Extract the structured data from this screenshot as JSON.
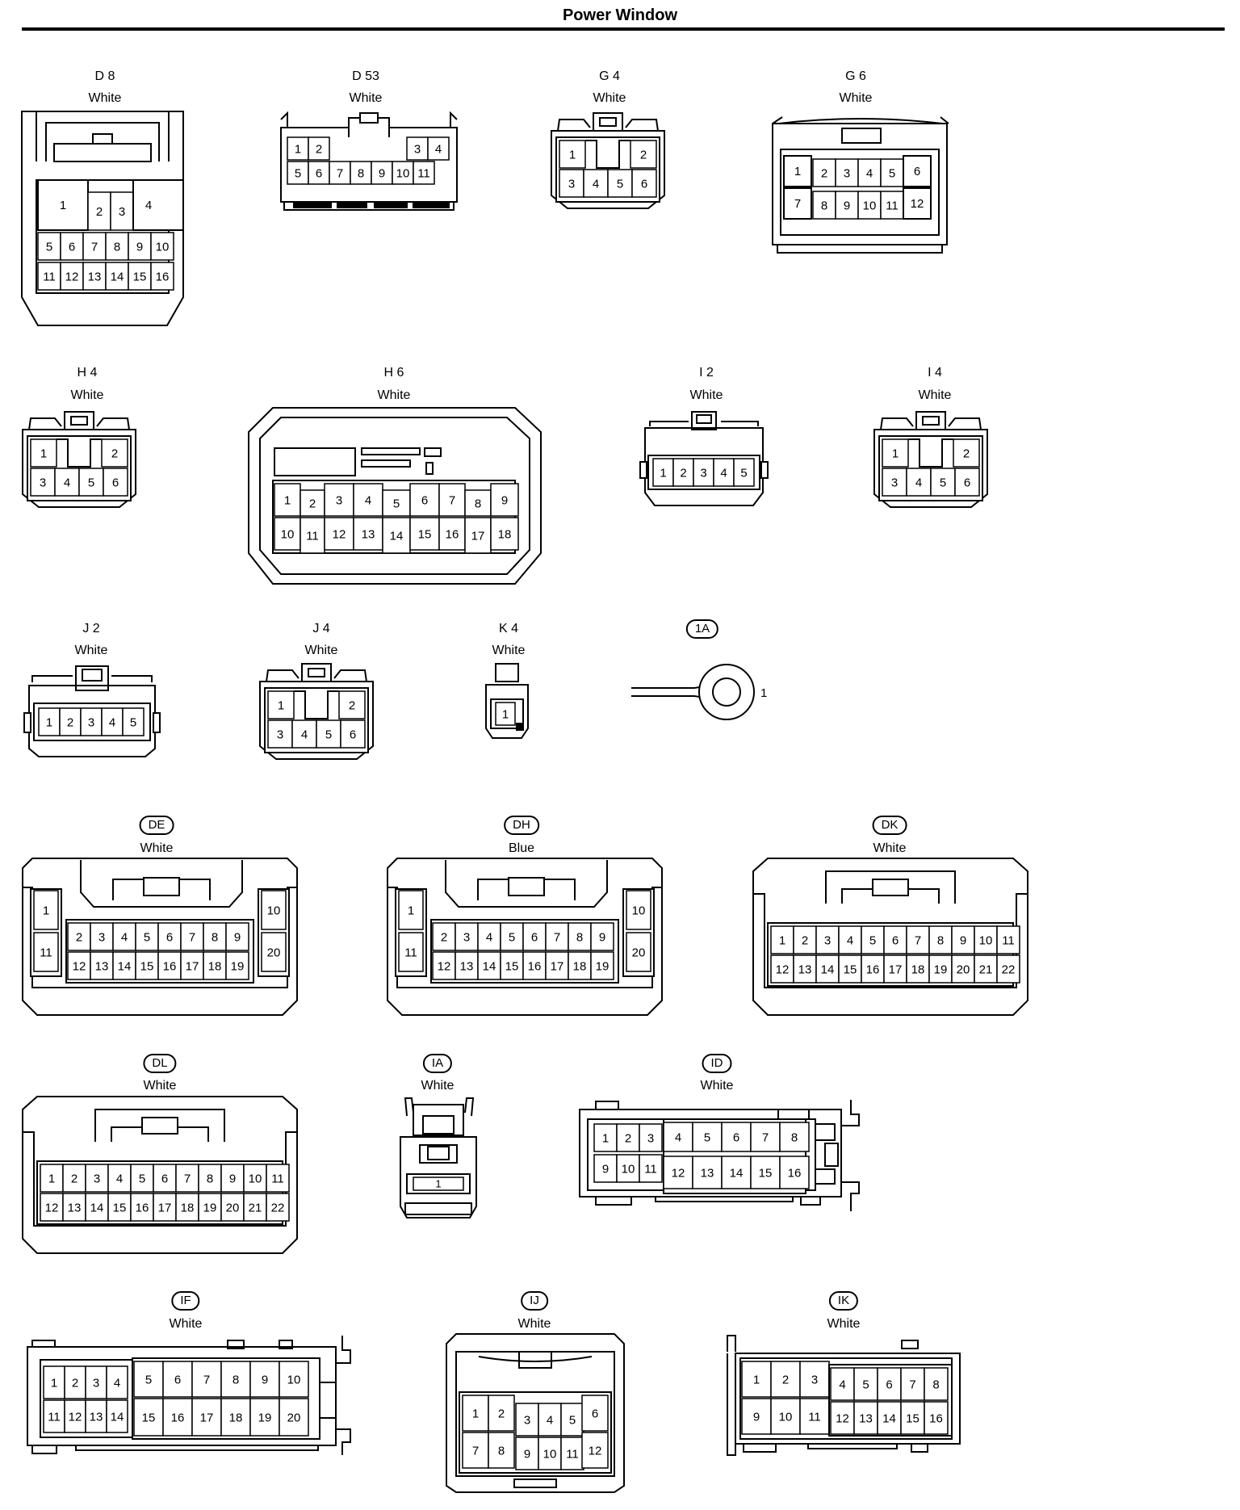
{
  "title": "Power Window",
  "connectors": [
    {
      "code": "D 8",
      "badge": false,
      "color": "White",
      "pins": [
        "1",
        "2",
        "3",
        "4",
        "5",
        "6",
        "7",
        "8",
        "9",
        "10",
        "11",
        "12",
        "13",
        "14",
        "15",
        "16"
      ]
    },
    {
      "code": "D 53",
      "badge": false,
      "color": "White",
      "pins": [
        "1",
        "2",
        "3",
        "4",
        "5",
        "6",
        "7",
        "8",
        "9",
        "10",
        "11"
      ]
    },
    {
      "code": "G 4",
      "badge": false,
      "color": "White",
      "pins": [
        "1",
        "2",
        "3",
        "4",
        "5",
        "6"
      ]
    },
    {
      "code": "G 6",
      "badge": false,
      "color": "White",
      "pins": [
        "1",
        "2",
        "3",
        "4",
        "5",
        "6",
        "7",
        "8",
        "9",
        "10",
        "11",
        "12"
      ]
    },
    {
      "code": "H 4",
      "badge": false,
      "color": "White",
      "pins": [
        "1",
        "2",
        "3",
        "4",
        "5",
        "6"
      ]
    },
    {
      "code": "H 6",
      "badge": false,
      "color": "White",
      "pins": [
        "1",
        "2",
        "3",
        "4",
        "5",
        "6",
        "7",
        "8",
        "9",
        "10",
        "11",
        "12",
        "13",
        "14",
        "15",
        "16",
        "17",
        "18"
      ]
    },
    {
      "code": "I 2",
      "badge": false,
      "color": "White",
      "pins": [
        "1",
        "2",
        "3",
        "4",
        "5"
      ]
    },
    {
      "code": "I 4",
      "badge": false,
      "color": "White",
      "pins": [
        "1",
        "2",
        "3",
        "4",
        "5",
        "6"
      ]
    },
    {
      "code": "J 2",
      "badge": false,
      "color": "White",
      "pins": [
        "1",
        "2",
        "3",
        "4",
        "5"
      ]
    },
    {
      "code": "J 4",
      "badge": false,
      "color": "White",
      "pins": [
        "1",
        "2",
        "3",
        "4",
        "5",
        "6"
      ]
    },
    {
      "code": "K 4",
      "badge": false,
      "color": "White",
      "pins": [
        "1"
      ]
    },
    {
      "code": "1A",
      "badge": true,
      "color": "",
      "pins": [
        "1"
      ]
    },
    {
      "code": "DE",
      "badge": true,
      "color": "White",
      "pins": [
        "1",
        "2",
        "3",
        "4",
        "5",
        "6",
        "7",
        "8",
        "9",
        "10",
        "11",
        "12",
        "13",
        "14",
        "15",
        "16",
        "17",
        "18",
        "19",
        "20"
      ]
    },
    {
      "code": "DH",
      "badge": true,
      "color": "Blue",
      "pins": [
        "1",
        "2",
        "3",
        "4",
        "5",
        "6",
        "7",
        "8",
        "9",
        "10",
        "11",
        "12",
        "13",
        "14",
        "15",
        "16",
        "17",
        "18",
        "19",
        "20"
      ]
    },
    {
      "code": "DK",
      "badge": true,
      "color": "White",
      "pins": [
        "1",
        "2",
        "3",
        "4",
        "5",
        "6",
        "7",
        "8",
        "9",
        "10",
        "11",
        "12",
        "13",
        "14",
        "15",
        "16",
        "17",
        "18",
        "19",
        "20",
        "21",
        "22"
      ]
    },
    {
      "code": "DL",
      "badge": true,
      "color": "White",
      "pins": [
        "1",
        "2",
        "3",
        "4",
        "5",
        "6",
        "7",
        "8",
        "9",
        "10",
        "11",
        "12",
        "13",
        "14",
        "15",
        "16",
        "17",
        "18",
        "19",
        "20",
        "21",
        "22"
      ]
    },
    {
      "code": "IA",
      "badge": true,
      "color": "White",
      "pins": [
        "1"
      ]
    },
    {
      "code": "ID",
      "badge": true,
      "color": "White",
      "pins": [
        "1",
        "2",
        "3",
        "4",
        "5",
        "6",
        "7",
        "8",
        "9",
        "10",
        "11",
        "12",
        "13",
        "14",
        "15",
        "16"
      ]
    },
    {
      "code": "IF",
      "badge": true,
      "color": "White",
      "pins": [
        "1",
        "2",
        "3",
        "4",
        "5",
        "6",
        "7",
        "8",
        "9",
        "10",
        "11",
        "12",
        "13",
        "14",
        "15",
        "16",
        "17",
        "18",
        "19",
        "20"
      ]
    },
    {
      "code": "IJ",
      "badge": true,
      "color": "White",
      "pins": [
        "1",
        "2",
        "3",
        "4",
        "5",
        "6",
        "7",
        "8",
        "9",
        "10",
        "11",
        "12"
      ]
    },
    {
      "code": "IK",
      "badge": true,
      "color": "White",
      "pins": [
        "1",
        "2",
        "3",
        "4",
        "5",
        "6",
        "7",
        "8",
        "9",
        "10",
        "11",
        "12",
        "13",
        "14",
        "15",
        "16"
      ]
    }
  ]
}
